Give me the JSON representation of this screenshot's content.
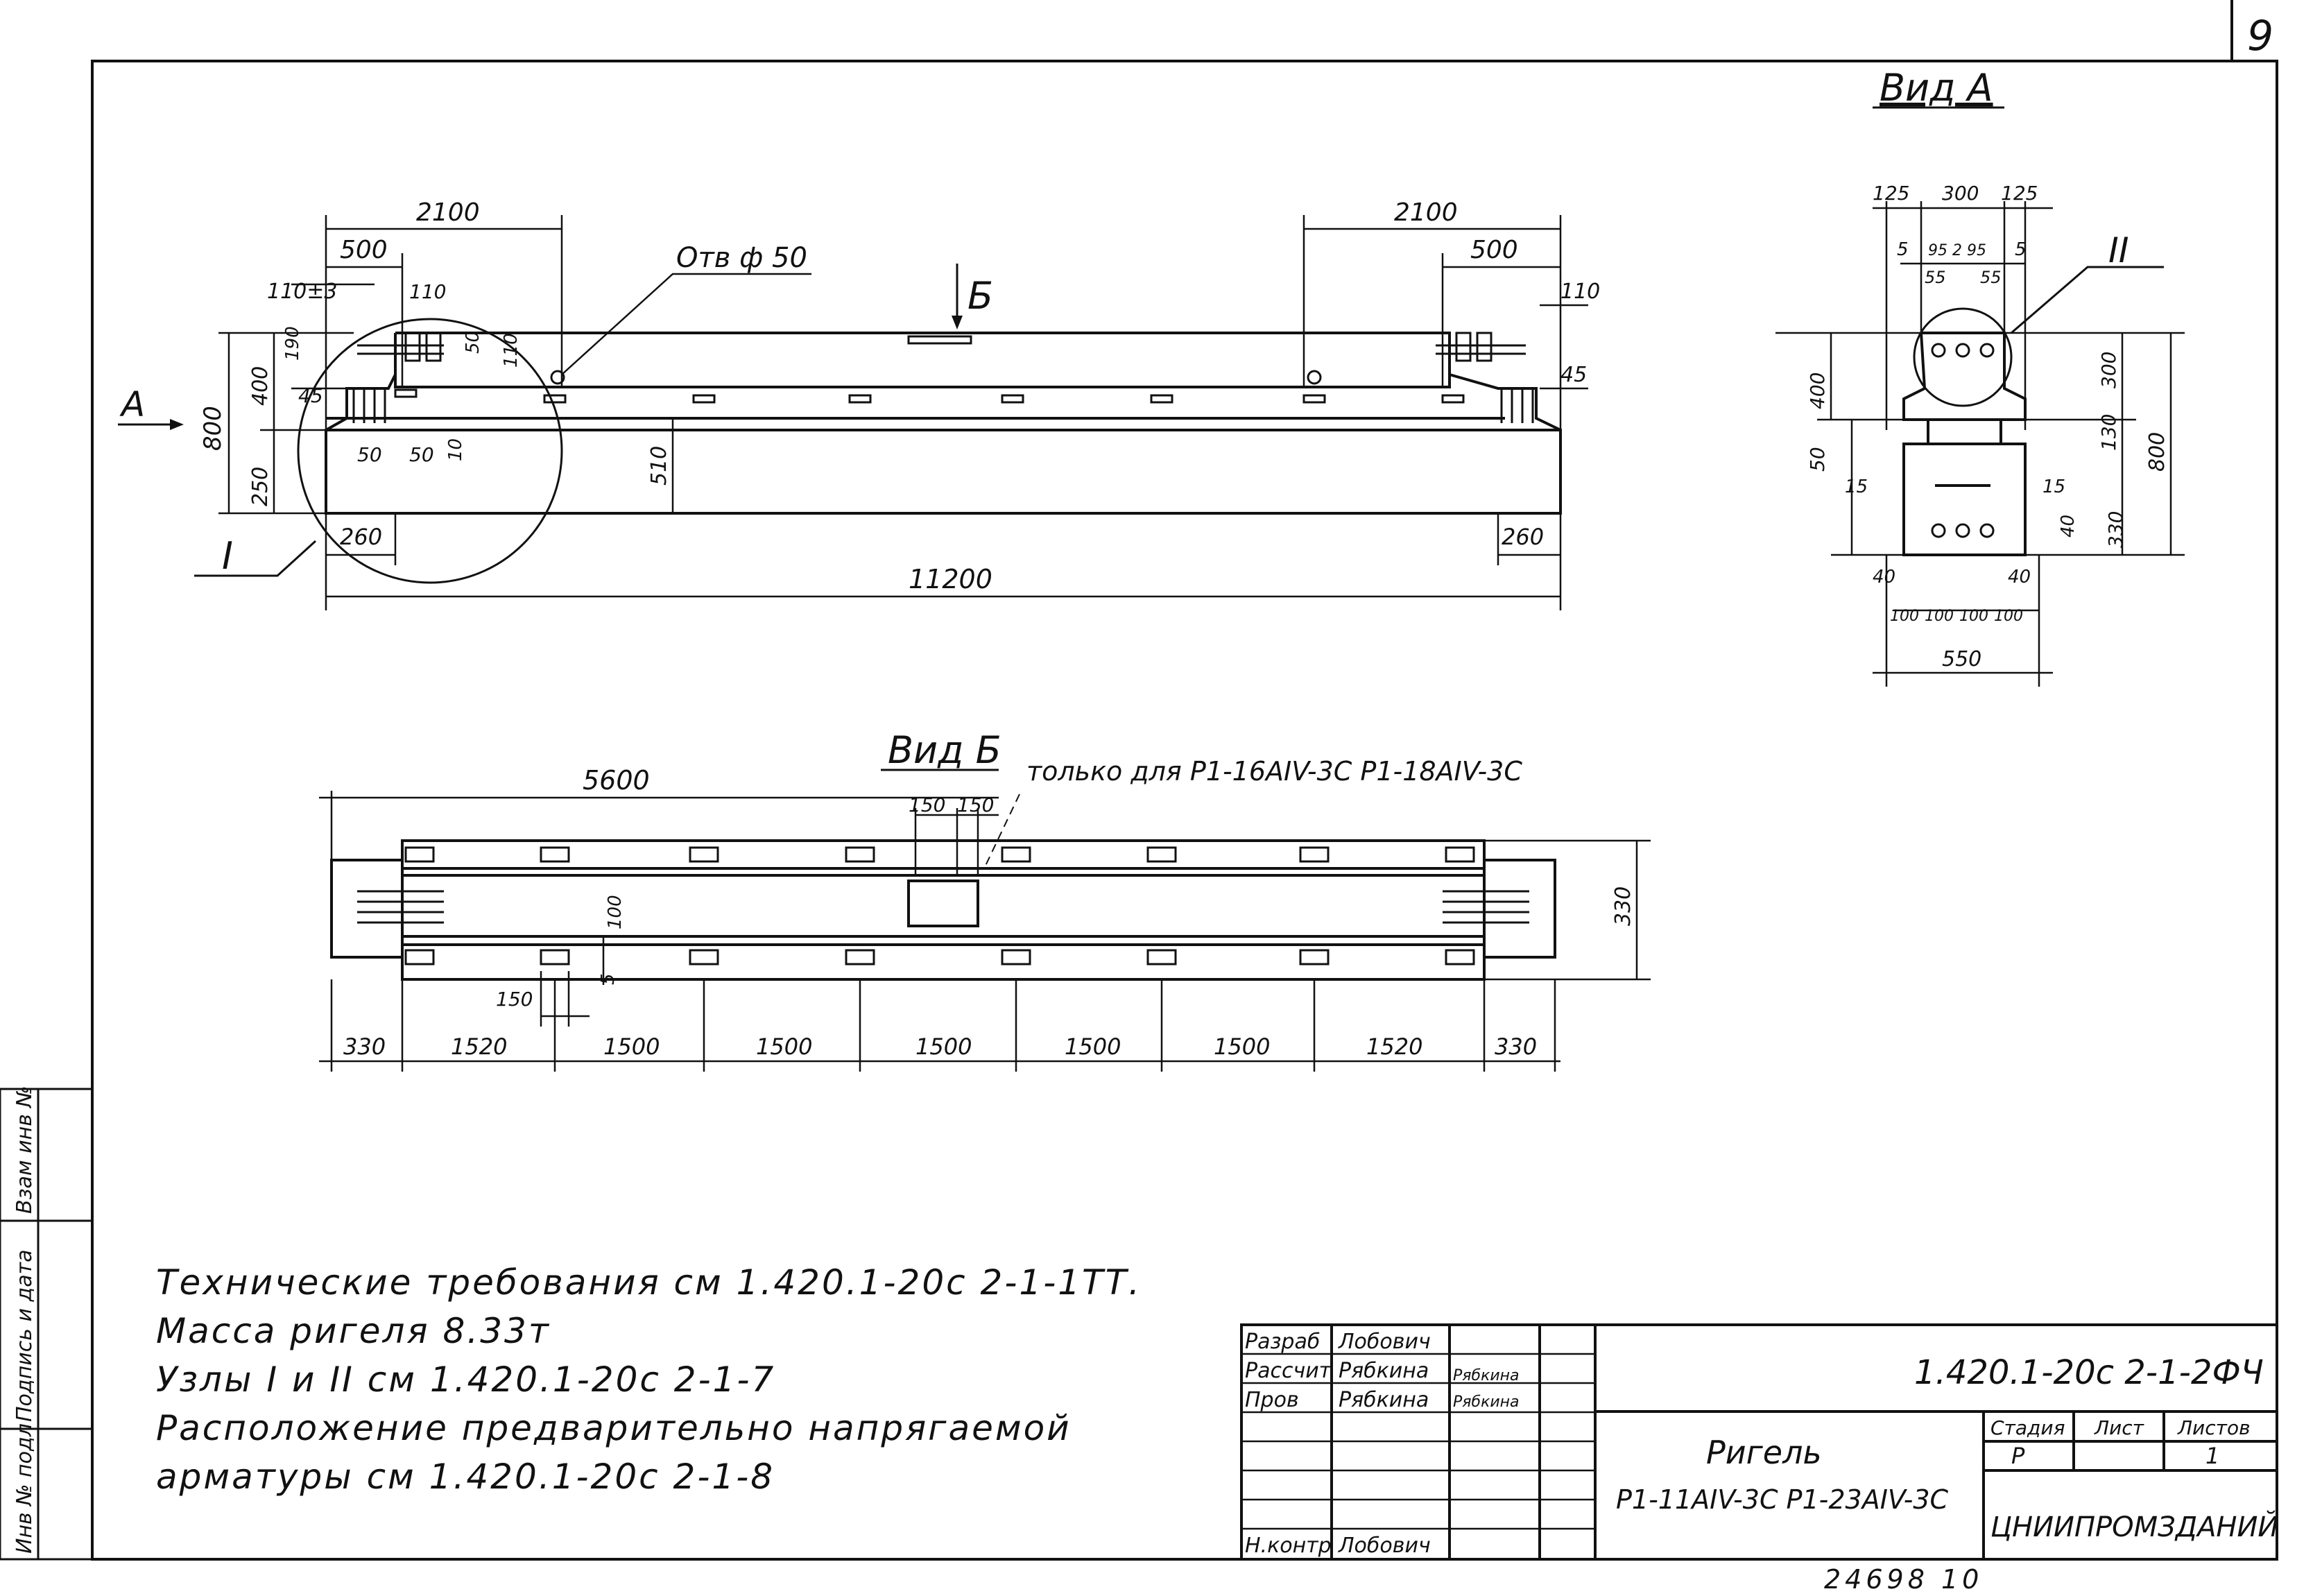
{
  "sheet": {
    "page_number": "9",
    "bottom_stamp": "24698 10"
  },
  "view_a": {
    "title": "Вид А",
    "dims": {
      "d125a": "125",
      "d300": "300",
      "d125b": "125",
      "d5a": "5",
      "d5b": "5",
      "d952": "95 2 95",
      "d55a": "55",
      "d55b": "55",
      "d400": "400",
      "d300r": "300",
      "d50": "50",
      "d130": "130",
      "d800": "800",
      "d15a": "15",
      "d15b": "15",
      "d40v": "40",
      "d330": "330",
      "d40a": "40",
      "d40b": "40",
      "d100a": "100",
      "d100b": "100",
      "d100c": "100",
      "d100d": "100",
      "d550": "550"
    },
    "node_label": "II"
  },
  "main_view": {
    "dims": {
      "d2100l": "2100",
      "d500l": "500",
      "d110_3": "110±3",
      "d110l": "110",
      "d190": "190",
      "d400": "400",
      "d800": "800",
      "d45l": "45",
      "d250": "250",
      "d50a": "50",
      "d50b": "50",
      "d10": "10",
      "d260l": "260",
      "d510": "510",
      "d110r_v": "110",
      "d50v": "50",
      "d2100r": "2100",
      "d500r": "500",
      "d110r": "110",
      "d45r": "45",
      "d260r": "260",
      "d11200": "11200"
    },
    "hole_label": "Отв ф 50",
    "section_b": "Б",
    "arrow_a": "А",
    "node_label": "I"
  },
  "view_b": {
    "title": "Вид Б",
    "note": "только для Р1-16АIV-3С  Р1-18АIV-3С",
    "dims": {
      "d5600": "5600",
      "d150a": "150",
      "d150b": "150",
      "d330v": "330",
      "d100": "100",
      "d5": "5",
      "d150c": "150",
      "bottom": [
        "330",
        "1520",
        "1500",
        "1500",
        "1500",
        "1500",
        "1500",
        "1520",
        "330"
      ]
    }
  },
  "notes": [
    "Технические требования см 1.420.1-20с 2-1-1ТТ.",
    "Масса ригеля 8.33т",
    "Узлы I и II см 1.420.1-20с 2-1-7",
    "Расположение предварительно напрягаемой",
    "арматуры см 1.420.1-20с 2-1-8"
  ],
  "side_stamp": {
    "cells": [
      "Инв № подл",
      "Подпись и дата",
      "Взам инв №"
    ]
  },
  "title_block": {
    "roles": [
      {
        "role": "Разраб",
        "name": "Лобович",
        "sign": ""
      },
      {
        "role": "Рассчит",
        "name": "Рябкина",
        "sign": "Рябкина"
      },
      {
        "role": "Пров",
        "name": "Рябкина",
        "sign": "Рябкина"
      },
      {
        "role": "",
        "name": "",
        "sign": ""
      },
      {
        "role": "",
        "name": "",
        "sign": ""
      },
      {
        "role": "",
        "name": "",
        "sign": ""
      },
      {
        "role": "",
        "name": "",
        "sign": ""
      },
      {
        "role": "Н.контр",
        "name": "Лобович",
        "sign": ""
      }
    ],
    "code": "1.420.1-20с 2-1-2ФЧ",
    "title_line1": "Ригель",
    "title_line2": "Р1-11АIV-3С  Р1-23АIV-3С",
    "stage_label": "Стадия",
    "sheet_label": "Лист",
    "sheets_label": "Листов",
    "stage": "Р",
    "sheets": "1",
    "org": "ЦНИИПРОМЗДАНИЙ"
  }
}
